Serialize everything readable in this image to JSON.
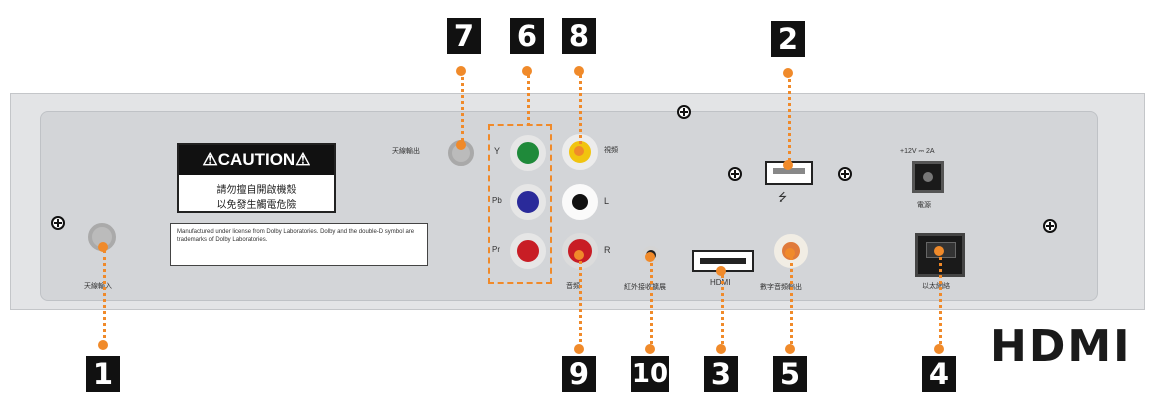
{
  "callouts": {
    "c1": "1",
    "c2": "2",
    "c3": "3",
    "c4": "4",
    "c5": "5",
    "c6": "6",
    "c7": "7",
    "c8": "8",
    "c9": "9",
    "c10": "10"
  },
  "caution": {
    "title": "CAUTION",
    "line1": "請勿擅自開啟機殼",
    "line2": "以免發生觸電危險"
  },
  "dolby_notice": "Manufactured under license from Dolby Laboratories. Dolby and the double-D symbol are trademarks of Dolby Laboratories.",
  "labels": {
    "rf_in": "天線輸入",
    "rf_out": "天線輸出",
    "y": "Y",
    "pb": "Pb",
    "pr": "Pr",
    "video": "視頻",
    "audio_l": "L",
    "audio_r": "R",
    "audio": "音頻",
    "ir": "紅外接收擴展",
    "hdmi_port": "HDMI",
    "spdif": "數字音頻輸出",
    "power_spec": "+12V ⎓ 2A",
    "power": "電源",
    "ethernet": "以太網絡"
  },
  "hdmi_logo": "HDMI",
  "colors": {
    "accent": "#f08a2a",
    "green_jack": "#1f8a3a",
    "blue_jack": "#2a2a9a",
    "red_jack": "#c81d25",
    "yellow_jack": "#f1c40f"
  }
}
